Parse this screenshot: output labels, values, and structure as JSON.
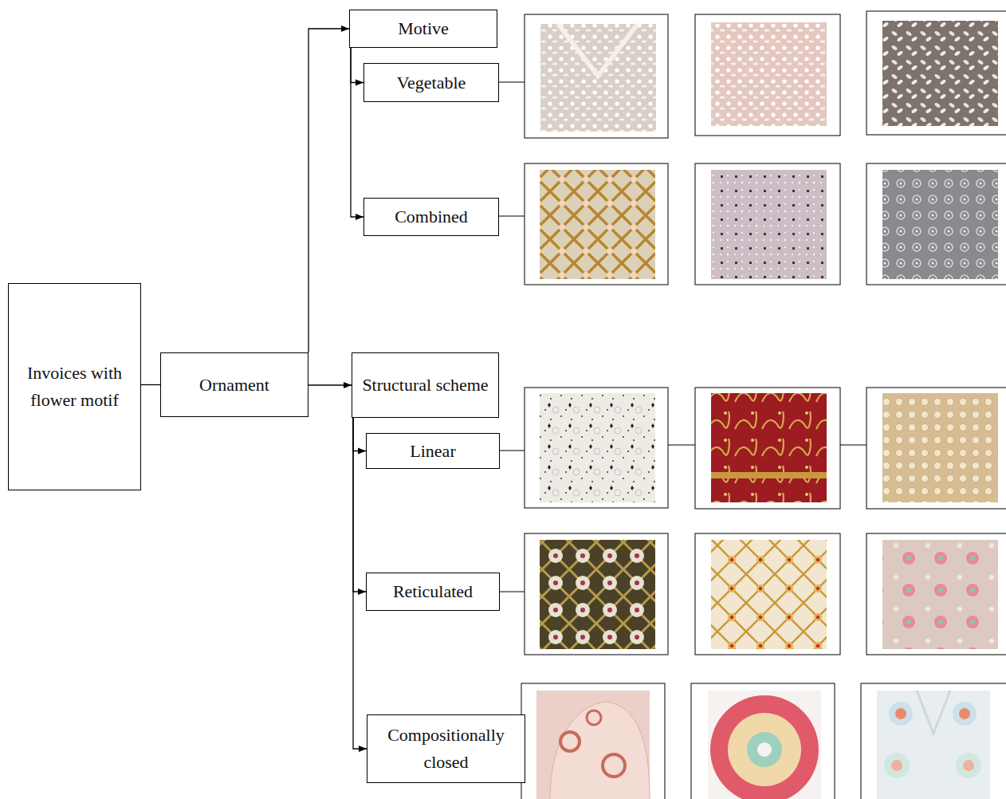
{
  "diagram": {
    "nodes": [
      {
        "text": [
          "Invoices with flower motif"
        ]
      },
      {
        "text": [
          "Ornament"
        ]
      },
      {
        "text": [
          "Motive"
        ]
      },
      {
        "text": [
          "Vegetable"
        ]
      },
      {
        "text": [
          "Combined"
        ]
      },
      {
        "text": [
          "Structural scheme"
        ]
      },
      {
        "text": [
          "Linear"
        ]
      },
      {
        "text": [
          "Reticulated"
        ]
      },
      {
        "text": [
          "Compositionally closed"
        ]
      }
    ],
    "edges": [
      {
        "from": 0,
        "to": 1,
        "arrow": "none"
      },
      {
        "from": 1,
        "to": 2,
        "arrow": "to"
      },
      {
        "from": 2,
        "to": 3,
        "arrow": "to"
      },
      {
        "from": 2,
        "to": 4,
        "arrow": "to"
      },
      {
        "from": 1,
        "to": 5,
        "arrow": "to"
      },
      {
        "from": 5,
        "to": 6,
        "arrow": "to"
      },
      {
        "from": 5,
        "to": 7,
        "arrow": "to"
      },
      {
        "from": 5,
        "to": 8,
        "arrow": "to"
      }
    ]
  }
}
